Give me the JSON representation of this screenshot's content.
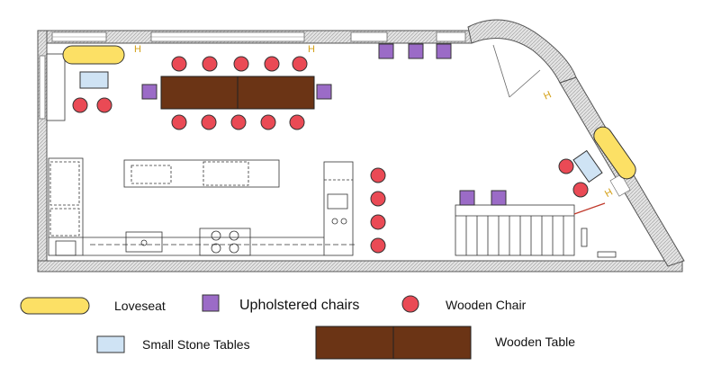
{
  "legend": {
    "loveseat": "Loveseat",
    "upholstered_chairs": "Upholstered chairs",
    "wooden_chair": "Wooden Chair",
    "small_stone_tables": "Small Stone Tables",
    "wooden_table": "Wooden Table"
  },
  "colors": {
    "loveseat_fill": "#fce065",
    "upholstered_fill": "#9b6bc7",
    "wooden_chair_fill": "#ea4a55",
    "stone_table_fill": "#cfe3f4",
    "wooden_table_fill": "#6b3415",
    "wall_fill": "#d9d9d9",
    "stair_rail": "#c0392b"
  }
}
